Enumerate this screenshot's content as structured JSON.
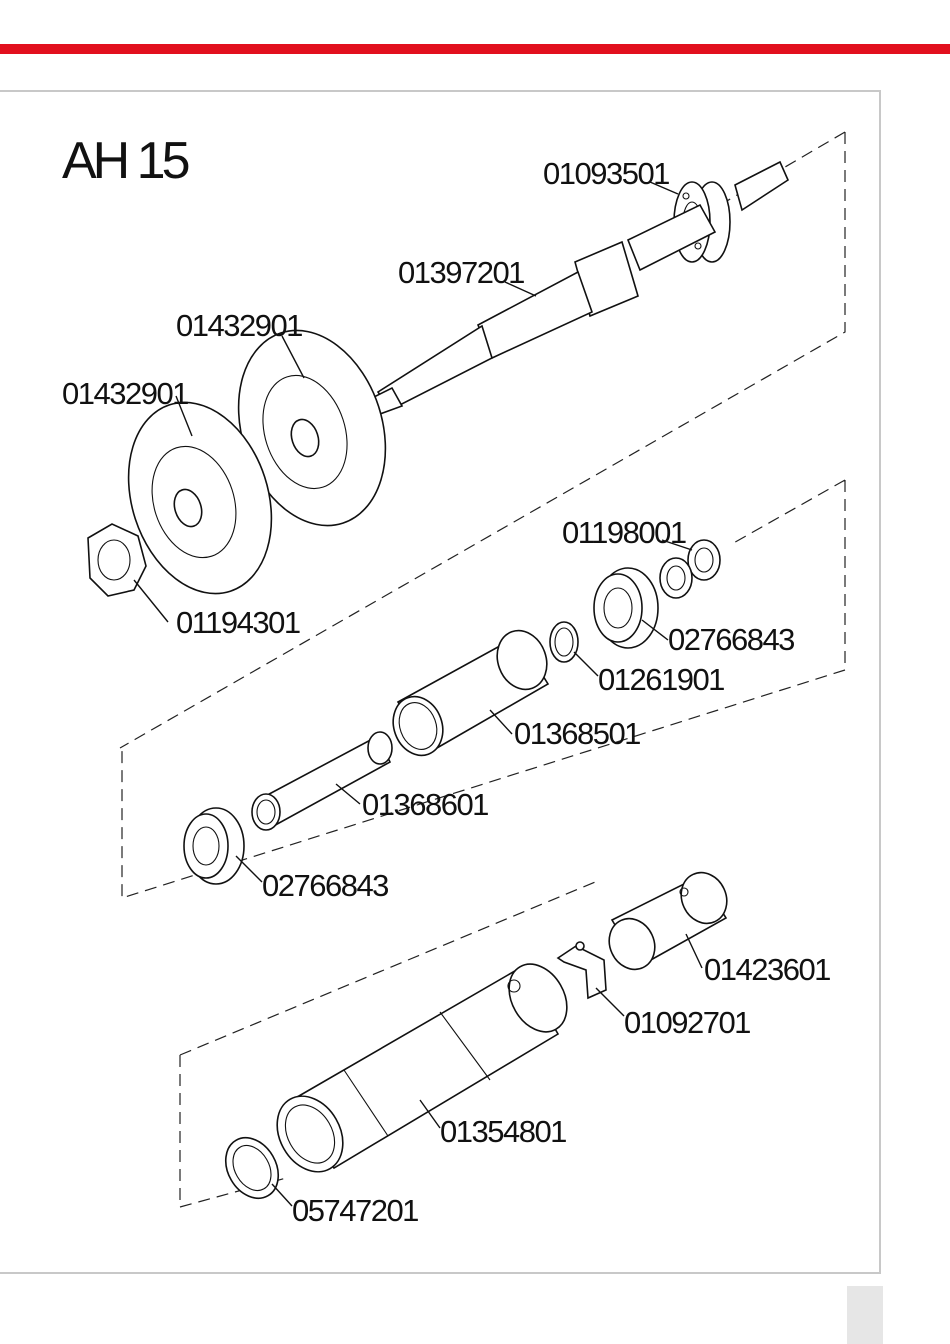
{
  "title": "AH 15",
  "colors": {
    "accent_bar": "#e2101e",
    "frame_border": "#c8c8c8",
    "page_tab": "#e6e6e6"
  },
  "parts": [
    {
      "key": "p1",
      "code": "01093501"
    },
    {
      "key": "p2",
      "code": "01397201"
    },
    {
      "key": "p3",
      "code": "01432901"
    },
    {
      "key": "p4",
      "code": "01432901"
    },
    {
      "key": "p5",
      "code": "01194301"
    },
    {
      "key": "p6",
      "code": "01198001"
    },
    {
      "key": "p7",
      "code": "02766843"
    },
    {
      "key": "p8",
      "code": "01261901"
    },
    {
      "key": "p9",
      "code": "01368501"
    },
    {
      "key": "p10",
      "code": "01368601"
    },
    {
      "key": "p11",
      "code": "02766843"
    },
    {
      "key": "p12",
      "code": "01423601"
    },
    {
      "key": "p13",
      "code": "01092701"
    },
    {
      "key": "p14",
      "code": "01354801"
    },
    {
      "key": "p15",
      "code": "05747201"
    }
  ]
}
